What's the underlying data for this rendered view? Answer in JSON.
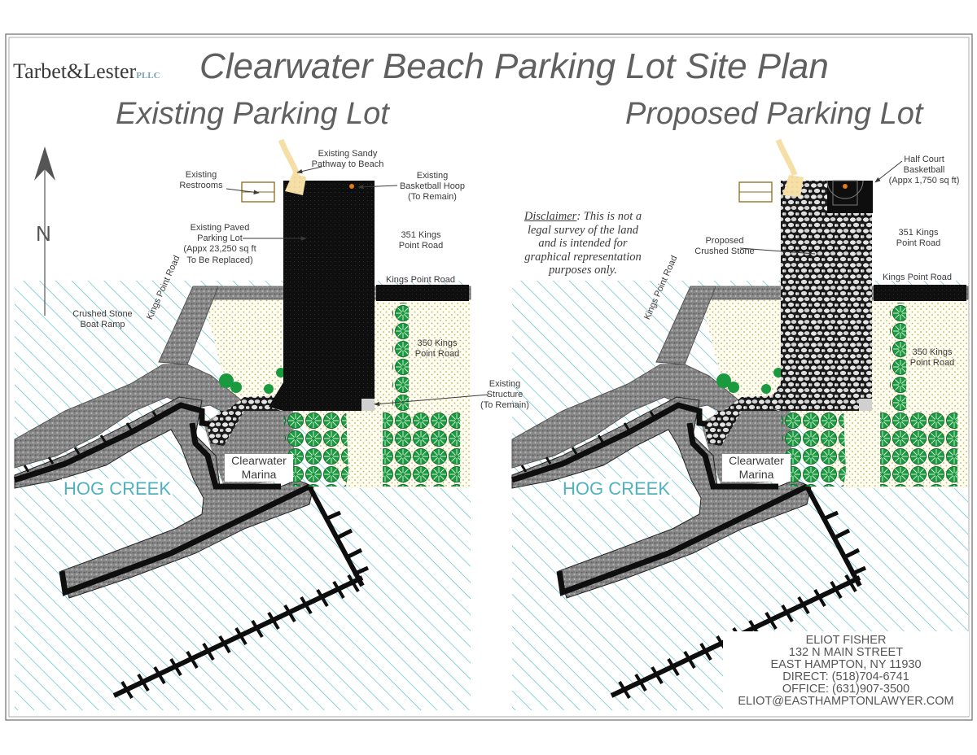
{
  "logo": {
    "text": "Tarbet&Lester",
    "suffix": "PLLC"
  },
  "title": "Clearwater Beach Parking Lot Site Plan",
  "existing": {
    "heading": "Existing Parking Lot",
    "north": "N",
    "restrooms": "Existing\nRestrooms",
    "sandy_path": "Existing Sandy\nPathway to Beach",
    "hoop": "Existing\nBasketball Hoop\n(To Remain)",
    "paved_lot": "Existing Paved\nParking Lot\n(Appx 23,250 sq ft\nTo Be Replaced)",
    "address_351": "351 Kings\nPoint Road",
    "kings_point_road": "Kings Point Road",
    "kings_point_road_diag": "Kings Point Road",
    "boat_ramp": "Crushed Stone\nBoat Ramp",
    "address_350": "350 Kings\nPoint Road",
    "structure": "Existing\nStructure\n(To Remain)",
    "marina": "Clearwater\nMarina",
    "creek": "HOG CREEK"
  },
  "disclaimer": {
    "label": "Disclaimer",
    "text": ": This is not a\nlegal survey of the land\nand is intended for\ngraphical representation\npurposes only."
  },
  "proposed": {
    "heading": "Proposed Parking Lot",
    "court": "Half Court\nBasketball\n(Appx 1,750 sq ft)",
    "crushed_stone": "Proposed\nCrushed Stone",
    "address_351": "351 Kings\nPoint Road",
    "kings_point_road": "Kings Point Road",
    "kings_point_road_diag": "Kings Point Road",
    "address_350": "350 Kings\nPoint Road",
    "marina": "Clearwater\nMarina",
    "creek": "HOG CREEK"
  },
  "contact": {
    "name": "ELIOT FISHER",
    "street": "132 N MAIN STREET",
    "city": "EAST HAMPTON, NY 11930",
    "direct": "DIRECT: (518)704-6741",
    "office": "OFFICE: (631)907-3500",
    "email": "ELIOT@EASTHAMPTONLAWYER.COM"
  },
  "colors": {
    "water_hatch": "#4fbcc6",
    "asphalt": "#0e0e0e",
    "crushed_stone": "#d8d8d8",
    "gravel": "#7a7a7a",
    "sand": "#f5dfa6",
    "lawn_dots": "#b7b35a",
    "shrubs": "#1a9a3f",
    "creek_text": "#4fb3bd"
  }
}
